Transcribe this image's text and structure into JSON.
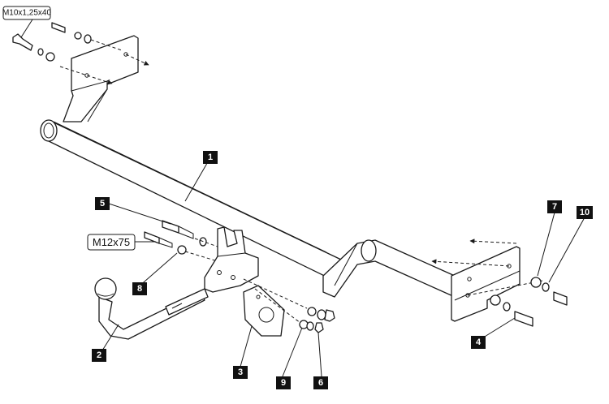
{
  "callouts": {
    "bolt_size_top": "M10x1,25x40",
    "bolt_size_mid": "M12x75"
  },
  "part_numbers": {
    "p1": "1",
    "p2": "2",
    "p3": "3",
    "p4": "4",
    "p5": "5",
    "p6": "6",
    "p7": "7",
    "p8": "8",
    "p9": "9",
    "p10": "10"
  },
  "colors": {
    "line": "#1a1a1a",
    "badge": "#111111",
    "background": "#ffffff"
  }
}
